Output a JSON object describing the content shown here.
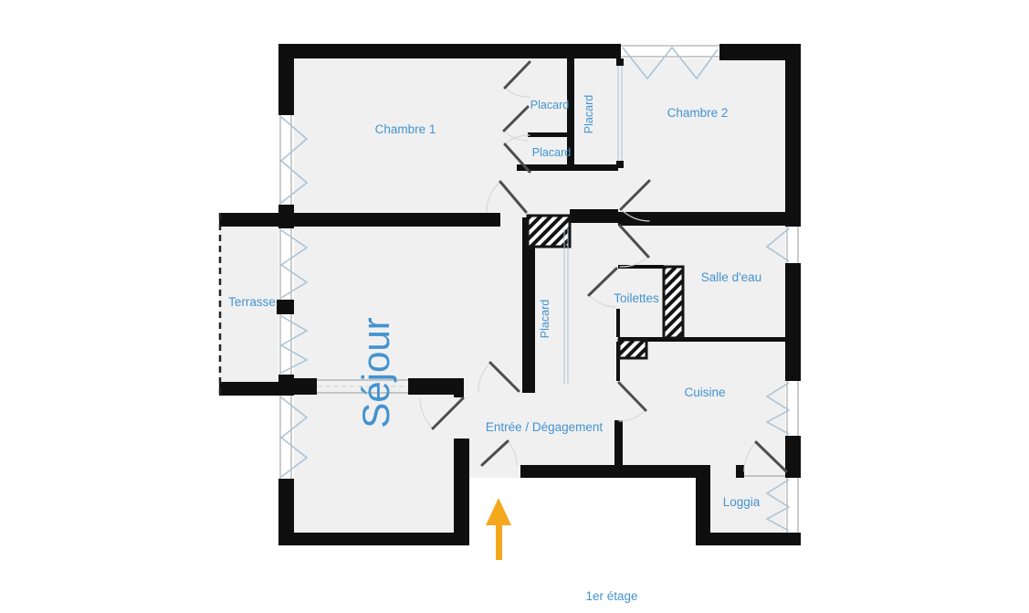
{
  "plan": {
    "floor_caption": "1er étage",
    "rooms": {
      "chambre1": "Chambre 1",
      "chambre2": "Chambre 2",
      "sejour": "Séjour",
      "terrasse": "Terrasse",
      "toilettes": "Toilettes",
      "salle_eau": "Salle d'eau",
      "cuisine": "Cuisine",
      "entree": "Entrée / Dégagement",
      "loggia": "Loggia",
      "placard": "Placard"
    },
    "colors": {
      "label_blue": "#4493cf",
      "wall_black": "#0f0f0f",
      "room_fill": "#f0f0f1",
      "arrow_orange": "#f3a81e",
      "window_blue": "#a8c2d4",
      "door_gray": "#4d4d4d"
    },
    "icons": {
      "entrance_arrow": "up-arrow"
    }
  }
}
